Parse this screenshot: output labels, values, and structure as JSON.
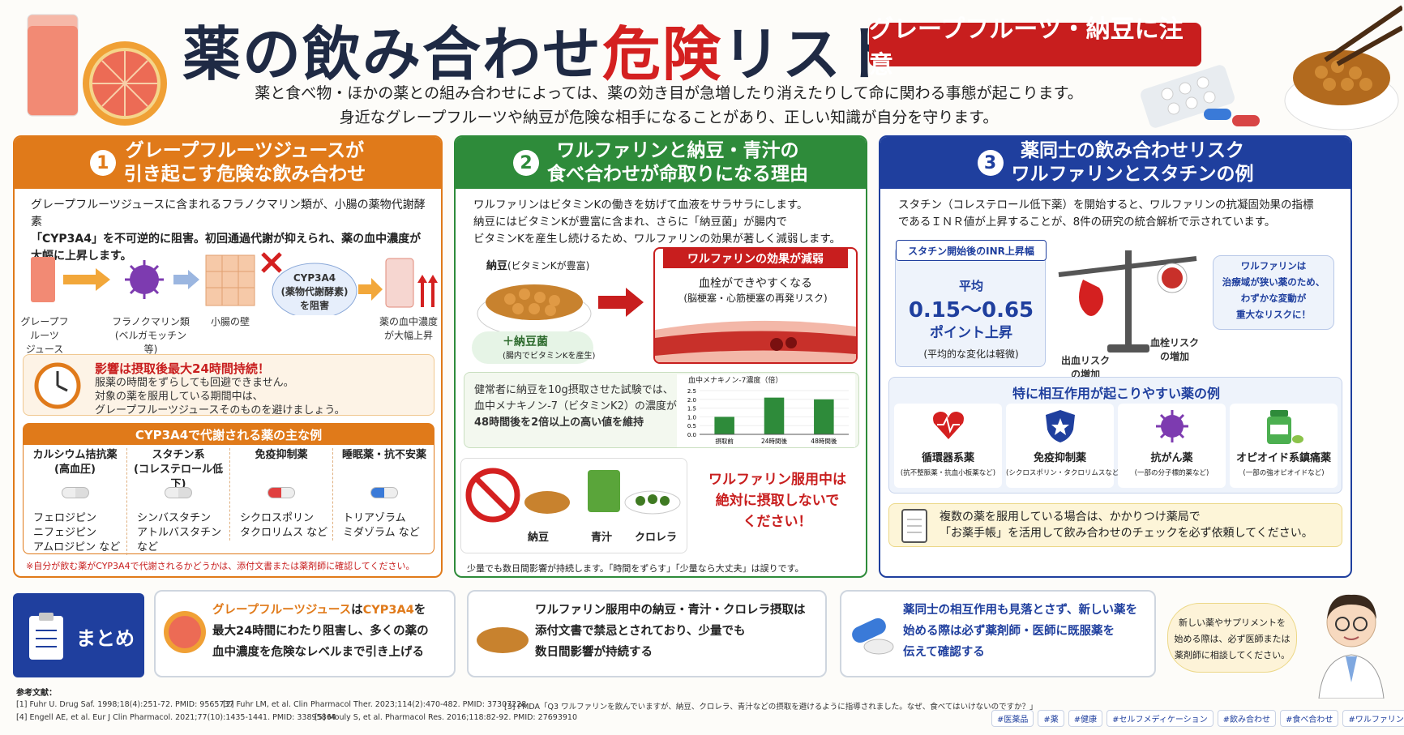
{
  "header": {
    "title_main": "薬の飲み合わせ",
    "title_red": "危険",
    "title_end": "リスト",
    "badge": "グレープフルーツ・納豆に注意",
    "lead1": "薬と食べ物・ほかの薬との組み合わせによっては、薬の効き目が急増したり消えたりして命に関わる事態が起こります。",
    "lead2": "身近なグレープフルーツや納豆が危険な相手になることがあり、正しい知識が自分を守ります。"
  },
  "panel1": {
    "num": "1",
    "title1": "グレープフルーツジュースが",
    "title2": "引き起こす危険な飲み合わせ",
    "desc1": "グレープフルーツジュースに含まれるフラノクマリン類が、小腸の薬物代謝酵素",
    "desc2": "「CYP3A4」を不可逆的に阻害。初回通過代謝が抑えられ、薬の血中濃度が",
    "desc3": "大幅に上昇します。",
    "flow": {
      "juice": "グレープフルーツ\nジュース",
      "furano": "フラノクマリン類\n(ベルガモッチン等)",
      "wall": "小腸の壁",
      "cyp": "CYP3A4\n(薬物代謝酵素)\nを阻害",
      "blood": "薬の血中濃度\nが大幅上昇"
    },
    "warn_title": "影響は摂取後最大24時間持続！",
    "warn1": "服薬の時間をずらしても回避できません。",
    "warn2": "対象の薬を服用している期間中は、",
    "warn3": "グレープフルーツジュースそのものを避けましょう。",
    "list_title": "CYP3A4で代謝される薬の主な例",
    "drugs": [
      {
        "cat": "カルシウム拮抗薬\n(高血圧)",
        "names": "フェロジピン\nニフェジピン\nアムロジピン など"
      },
      {
        "cat": "スタチン系\n(コレステロール低下)",
        "names": "シンバスタチン\nアトルバスタチン\nなど"
      },
      {
        "cat": "免疫抑制薬",
        "names": "シクロスポリン\nタクロリムス など"
      },
      {
        "cat": "睡眠薬・抗不安薬",
        "names": "トリアゾラム\nミダゾラム など"
      }
    ],
    "note": "※自分が飲む薬がCYP3A4で代謝されるかどうかは、添付文書または薬剤師に確認してください。"
  },
  "panel2": {
    "num": "2",
    "title1": "ワルファリンと納豆・青汁の",
    "title2": "食べ合わせが命取りになる理由",
    "desc1": "ワルファリンはビタミンKの働きを妨げて血液をサラサラにします。",
    "desc2": "納豆にはビタミンKが豊富に含まれ、さらに「納豆菌」が腸内で",
    "desc3": "ビタミンKを産生し続けるため、ワルファリンの効果が著しく減弱します。",
    "natto_label": "納豆",
    "natto_sub": "(ビタミンKが豊富)",
    "bacteria": "＋納豆菌",
    "bacteria_sub": "(腸内でビタミンKを産生)",
    "effect_title": "ワルファリンの効果が減弱",
    "effect1": "血栓ができやすくなる",
    "effect2": "(脳梗塞・心筋梗塞の再発リスク)",
    "study1": "健常者に納豆を10g摂取させた試験では、",
    "study2": "血中メナキノン-7（ビタミンK2）の濃度が",
    "study3": "48時間後を2倍以上の高い値を維持",
    "food1": "納豆",
    "food2": "青汁",
    "food3": "クロレラ",
    "ban1": "ワルファリン服用中は",
    "ban2": "絶対に摂取しないで",
    "ban3": "ください！",
    "foot": "少量でも数日間影響が持続します。「時間をずらす」「少量なら大丈夫」は誤りです。"
  },
  "chart_data": {
    "type": "bar",
    "title": "血中メナキノン-7濃度（倍）",
    "categories": [
      "摂取前",
      "24時間後",
      "48時間後"
    ],
    "values": [
      1.0,
      2.1,
      2.0
    ],
    "ylim": [
      0,
      2.5
    ],
    "yticks": [
      "0.0",
      "0.5",
      "1.0",
      "1.5",
      "2.0",
      "2.5"
    ],
    "color": "#2e8b3a"
  },
  "panel3": {
    "num": "3",
    "title1": "薬同士の飲み合わせリスク",
    "title2": "ワルファリンとスタチンの例",
    "desc1": "スタチン（コレステロール低下薬）を開始すると、ワルファリンの抗凝固効果の指標",
    "desc2": "であるＩＮＲ値が上昇することが、8件の研究の統合解析で示されています。",
    "inr_label": "スタチン開始後のINR上昇幅",
    "inr_avg": "平均",
    "inr_value": "0.15～0.65",
    "inr_unit": "ポイント上昇",
    "inr_note": "(平均的な変化は軽微)",
    "bleed": "出血リスク\nの増加",
    "clot": "血栓リスク\nの増加",
    "bubble": "ワルファリンは\n治療域が狭い薬のため、\nわずかな変動が\n重大なリスクに！",
    "ex_title": "特に相互作用が起こりやすい薬の例",
    "examples": [
      {
        "name": "循環器系薬",
        "sub": "(抗不整脈薬・抗血小板薬など)",
        "icon": "heart-icon"
      },
      {
        "name": "免疫抑制薬",
        "sub": "(シクロスポリン・タクロリムスなど)",
        "icon": "shield-icon"
      },
      {
        "name": "抗がん薬",
        "sub": "(一部の分子標的薬など)",
        "icon": "virus-icon"
      },
      {
        "name": "オピオイド系鎮痛薬",
        "sub": "(一部の強オピオイドなど)",
        "icon": "medicine-bottle-icon"
      }
    ],
    "advice1": "複数の薬を服用している場合は、かかりつけ薬局で",
    "advice2": "「お薬手帳」を活用して飲み合わせのチェックを必ず依頼してください。"
  },
  "summary": {
    "label": "まとめ",
    "s1_a": "グレープフルーツジュース",
    "s1_b": "は",
    "s1_c": "CYP3A4",
    "s1_d": "を",
    "s1_2": "最大24時間にわたり阻害し、多くの薬の",
    "s1_3": "血中濃度を危険なレベルまで引き上げる",
    "s2_1": "ワルファリン服用中の納豆・青汁・クロレラ摂取は",
    "s2_2": "添付文書で禁忌とされており、少量でも",
    "s2_3": "数日間影響が持続する",
    "s3_1": "薬同士の相互作用も見落とさず、新しい薬を",
    "s3_2": "始める際は必ず薬剤師・医師に既服薬を",
    "s3_3": "伝えて確認する",
    "doctor1": "新しい薬やサプリメントを",
    "doctor2": "始める際は、必ず医師または",
    "doctor3": "薬剤師に相談してください。"
  },
  "refs": {
    "label": "参考文献：",
    "r1": "[1] Fuhr U. Drug Saf. 1998;18(4):251-72. PMID: 9565737",
    "r2": "[2] Fuhr LM, et al. Clin Pharmacol Ther. 2023;114(2):470-482. PMID: 37307228",
    "r3": "[3] PMDA「Q3 ワルファリンを飲んでいますが、納豆、クロレラ、青汁などの摂取を避けるように指導されました。なぜ、食べてはいけないのですか？」",
    "r4": "[4] Engell AE, et al. Eur J Clin Pharmacol. 2021;77(10):1435-1441. PMID: 33895864",
    "r5": "[5] Mouly S, et al. Pharmacol Res. 2016;118:82-92. PMID: 27693910"
  },
  "tags": [
    "#医薬品",
    "#薬",
    "#健康",
    "#セルフメディケーション",
    "#飲み合わせ",
    "#食べ合わせ",
    "#ワルファリン"
  ]
}
